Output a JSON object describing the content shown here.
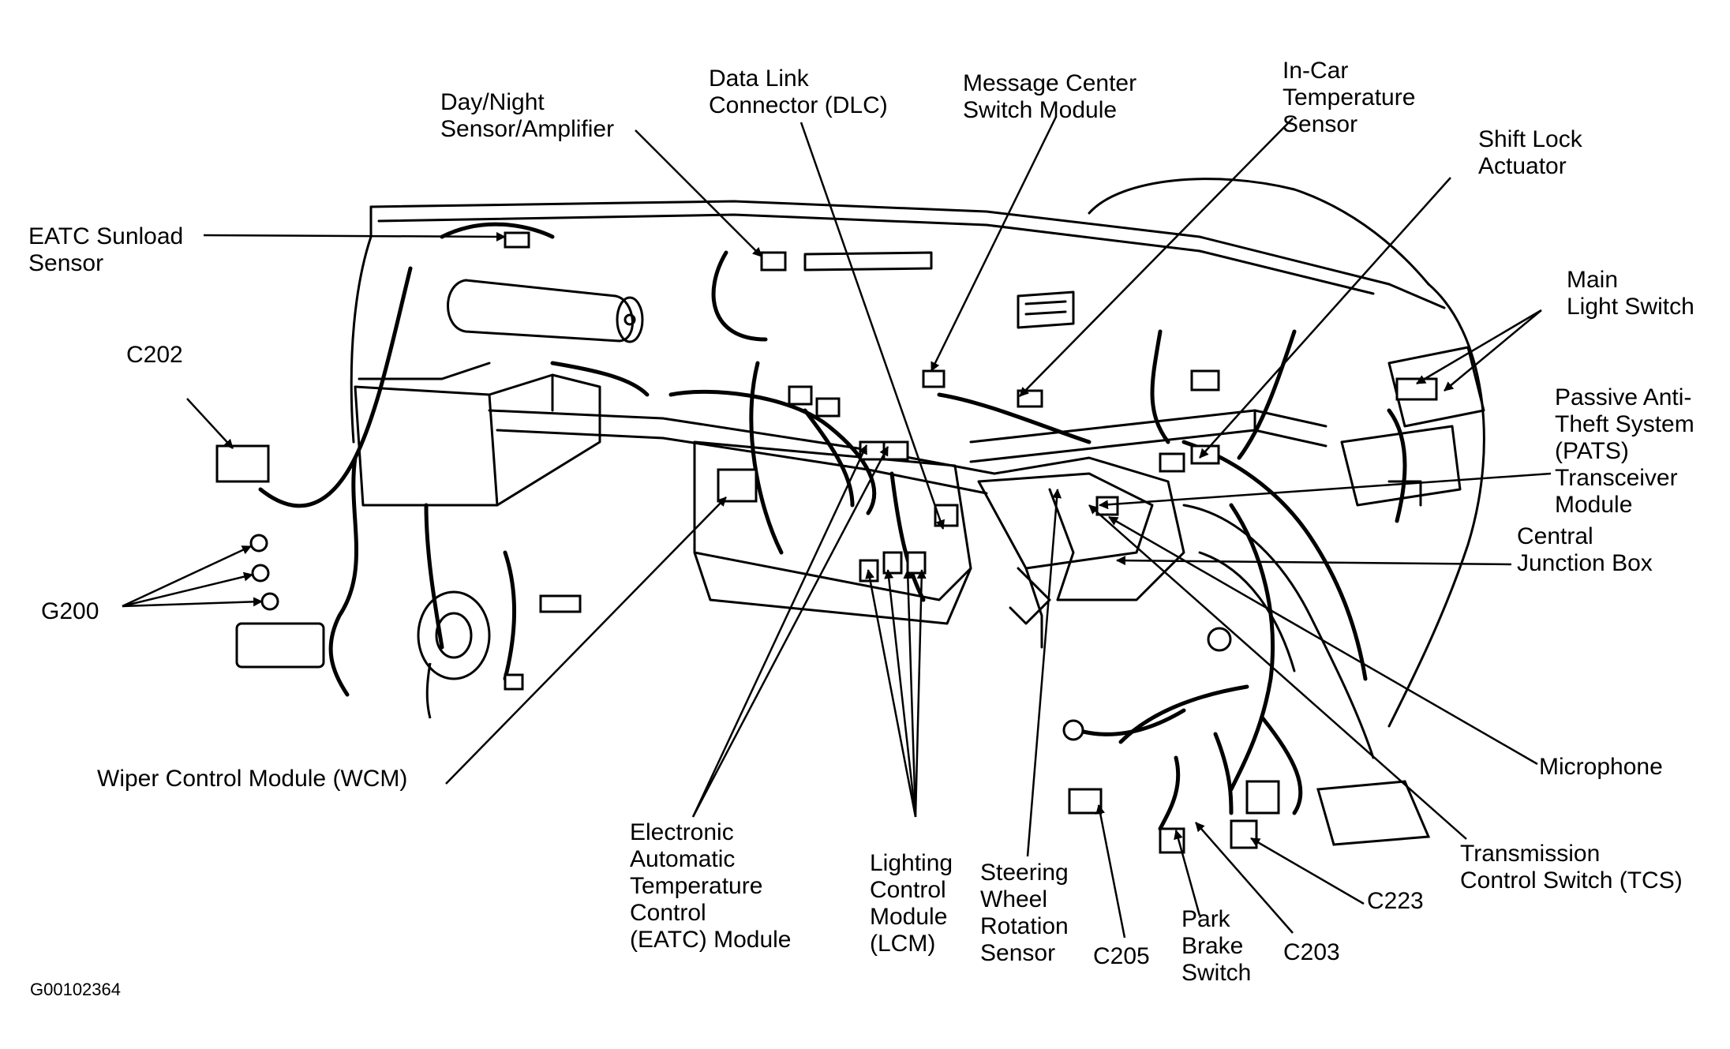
{
  "figure_code": "G00102364",
  "labels": {
    "eatc_sunload": [
      "EATC Sunload",
      "Sensor"
    ],
    "day_night": [
      "Day/Night",
      "Sensor/Amplifier"
    ],
    "dlc": [
      "Data Link",
      "Connector (DLC)"
    ],
    "message_center": [
      "Message Center",
      "Switch Module"
    ],
    "in_car_temp": [
      "In-Car",
      "Temperature",
      "Sensor"
    ],
    "shift_lock": [
      "Shift Lock",
      "Actuator"
    ],
    "main_light": [
      "Main",
      "Light Switch"
    ],
    "c202": [
      "C202"
    ],
    "pats": [
      "Passive Anti-",
      "Theft System",
      "(PATS)",
      "Transceiver",
      "Module"
    ],
    "central_jb": [
      "Central",
      "Junction Box"
    ],
    "g200": [
      "G200"
    ],
    "wcm": [
      "Wiper Control Module (WCM)"
    ],
    "microphone": [
      "Microphone"
    ],
    "eatc_module": [
      "Electronic",
      "Automatic",
      "Temperature",
      "Control",
      "(EATC) Module"
    ],
    "lcm": [
      "Lighting",
      "Control",
      "Module",
      "(LCM)"
    ],
    "steering": [
      "Steering",
      "Wheel",
      "Rotation",
      "Sensor"
    ],
    "tcs": [
      "Transmission",
      "Control Switch (TCS)"
    ],
    "c223": [
      "C223"
    ],
    "c205": [
      "C205"
    ],
    "park_brake": [
      "Park",
      "Brake",
      "Switch"
    ],
    "c203": [
      "C203"
    ]
  },
  "colors": {
    "ink": "#000000",
    "paper": "#ffffff"
  }
}
